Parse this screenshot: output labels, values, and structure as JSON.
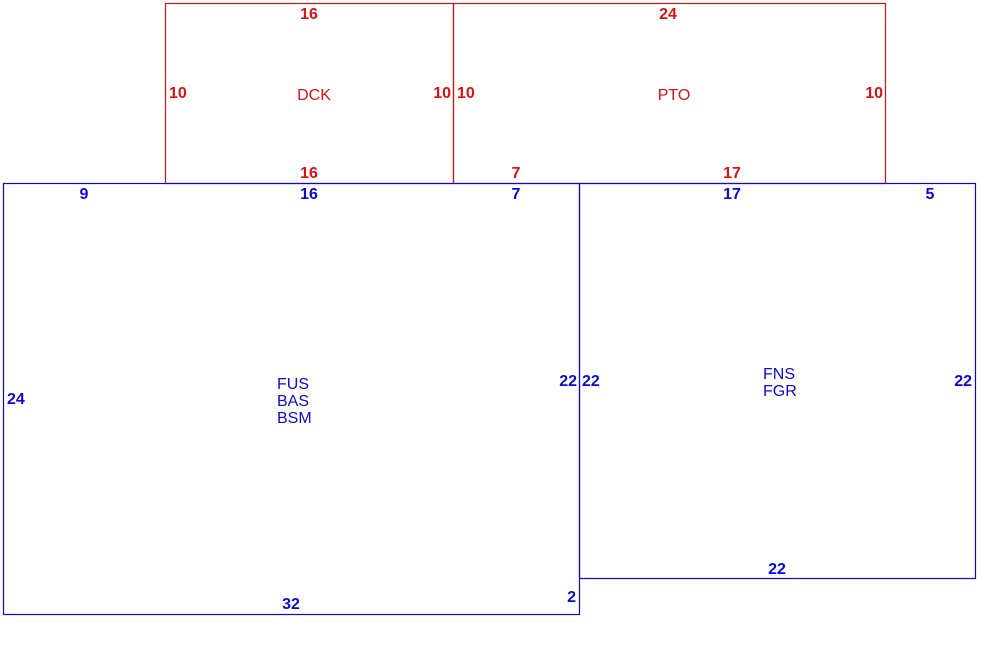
{
  "colors": {
    "upper_floor": "#e01010",
    "main_floor": "#0a0ad8"
  },
  "areas": {
    "dck": {
      "codes": [
        "DCK"
      ],
      "top": "16",
      "left": "10",
      "right": "10",
      "bottom": "16"
    },
    "pto": {
      "codes": [
        "PTO"
      ],
      "top": "24",
      "left": "10",
      "right": "10",
      "bottom_left": "7",
      "bottom_right": "17"
    },
    "fus": {
      "codes": [
        "FUS",
        "BAS",
        "BSM"
      ],
      "top_left": "9",
      "top_mid": "16",
      "top_right": "7",
      "left": "24",
      "right": "22",
      "bottom": "32",
      "corner_step": "2"
    },
    "fns": {
      "codes": [
        "FNS",
        "FGR"
      ],
      "top_mid": "17",
      "top_right": "5",
      "left": "22",
      "right": "22",
      "bottom": "22"
    }
  }
}
